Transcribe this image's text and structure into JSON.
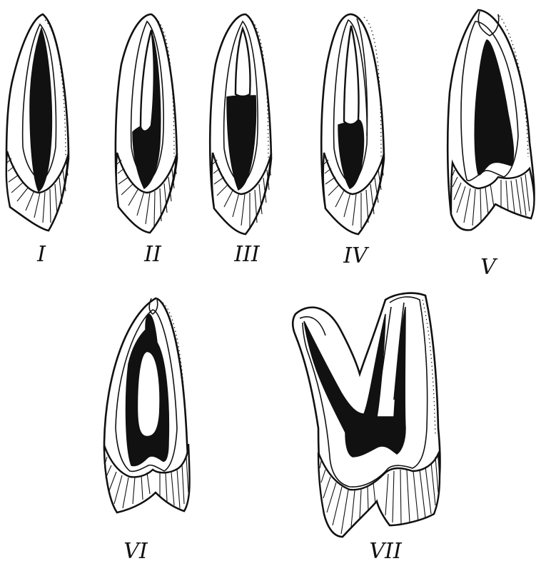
{
  "figure": {
    "background": "#ffffff",
    "ink": "#111111",
    "labels": [
      "I",
      "II",
      "III",
      "IV",
      "V",
      "VI",
      "VII"
    ]
  }
}
